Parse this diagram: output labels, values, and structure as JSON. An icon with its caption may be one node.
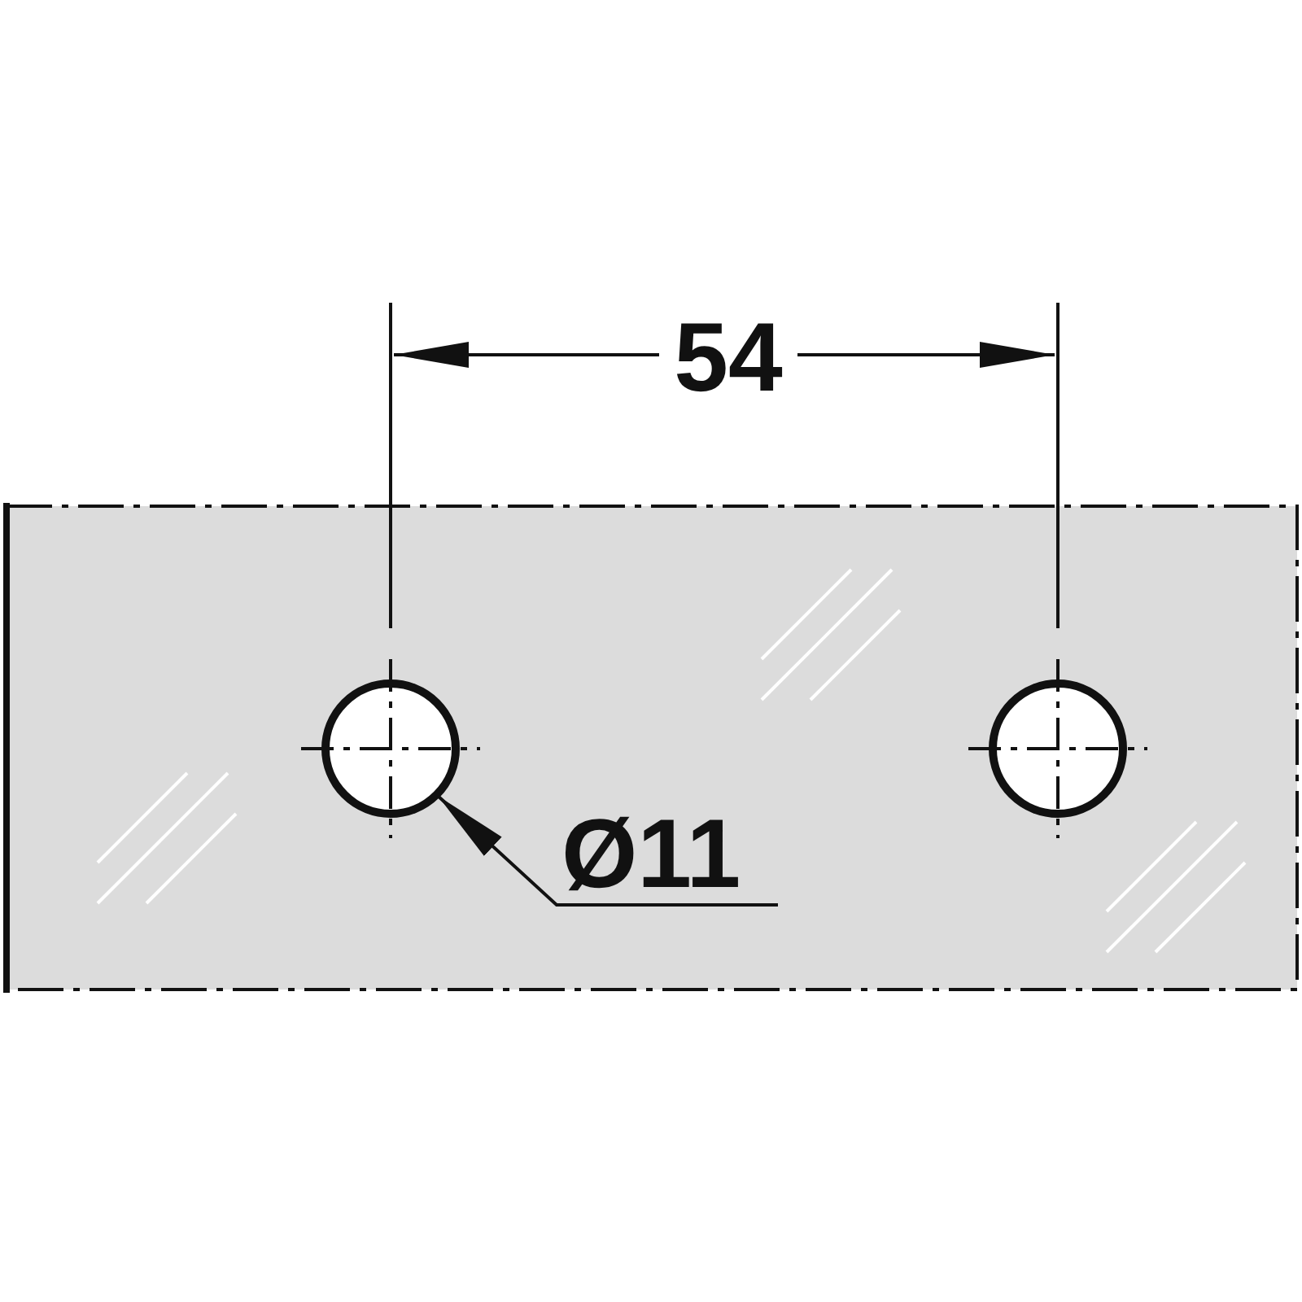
{
  "diagram": {
    "nodes": [
      {
        "text": [
          "Ø11"
        ]
      },
      {
        "text": [],
        "shape": "circle"
      },
      {
        "text": [],
        "shape": "circle"
      }
    ],
    "edges": [
      {
        "from": 0,
        "to": 1,
        "arrow": "to"
      }
    ],
    "labels": [
      "54"
    ]
  }
}
